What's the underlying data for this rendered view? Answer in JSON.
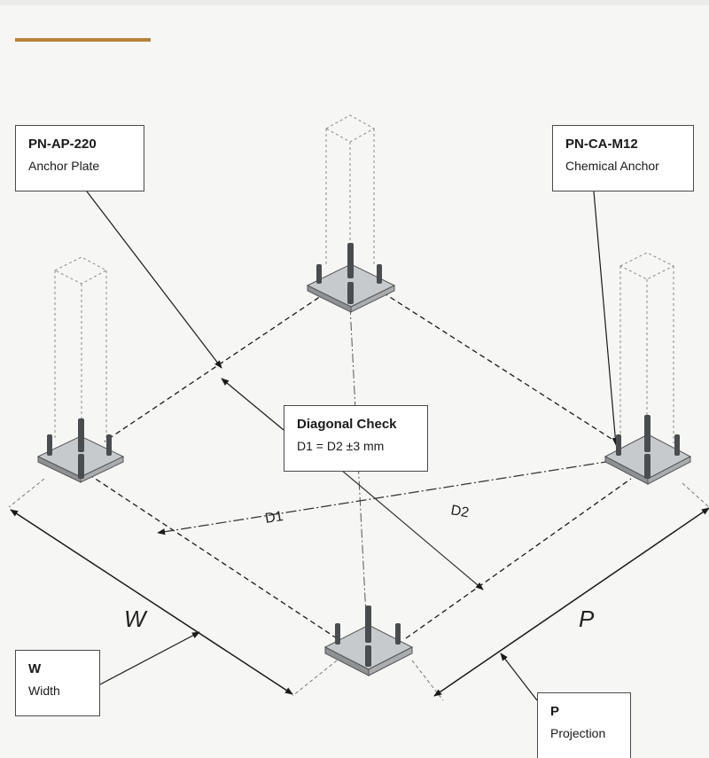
{
  "colors": {
    "accent": "#b8813a",
    "background": "#f6f6f4",
    "line": "#2a2a2a",
    "plate": "#a9adb0",
    "plate_top": "#c7cacc",
    "bolt": "#4a4d50"
  },
  "callouts": {
    "anchor_plate": {
      "code": "PN-AP-220",
      "label": "Anchor Plate"
    },
    "chemical_anchor": {
      "code": "PN-CA-M12",
      "label": "Chemical Anchor"
    },
    "diagonal_check": {
      "title": "Diagonal Check",
      "rule": "D1 = D2 ±3 mm"
    },
    "width": {
      "code": "W",
      "label": "Width"
    },
    "projection": {
      "code": "P",
      "label": "Projection"
    }
  },
  "dimensions": {
    "width_letter": "W",
    "projection_letter": "P",
    "diagonal_1": "D1",
    "diagonal_2": "D2"
  }
}
